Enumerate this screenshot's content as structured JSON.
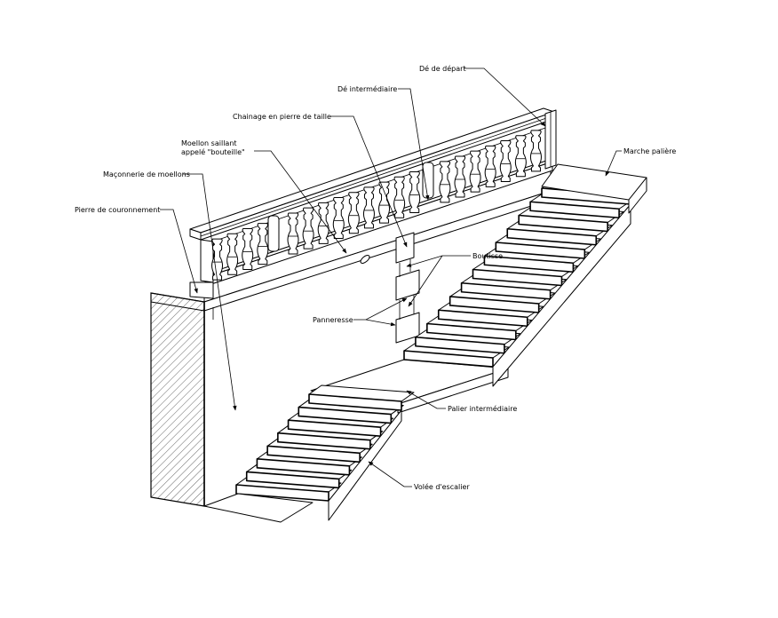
{
  "labels": {
    "de_depart": "Dé de départ",
    "de_intermediaire": "Dé intermédiaire",
    "chainage": "Chainage en pierre de taille",
    "moellon_saillant_1": "Moellon saillant",
    "moellon_saillant_2": "appelé \"bouteille\"",
    "maconnerie": "Maçonnerie de moellons",
    "pierre_couronnement": "Pierre de couronnement",
    "marche_paliere": "Marche palière",
    "boutisse": "Boutisse",
    "panneresse": "Panneresse",
    "palier_intermediaire": "Palier intermédiaire",
    "volee_escalier": "Volée d'escalier"
  },
  "colors": {
    "line": "#000000",
    "background": "#ffffff"
  }
}
